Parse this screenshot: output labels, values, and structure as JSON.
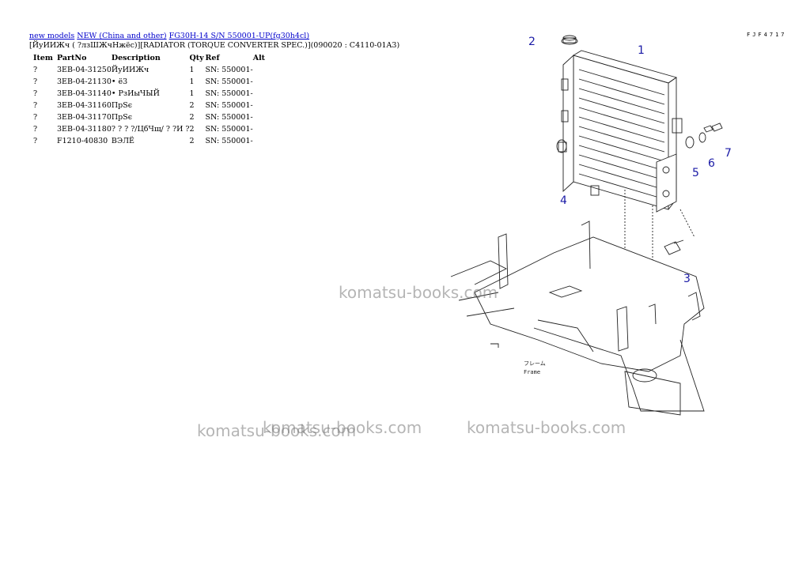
{
  "breadcrumb": {
    "links": [
      "new models",
      "NEW (China and other)",
      "FG30H-14 S/N 550001-UP(fg30h4cl)"
    ]
  },
  "page_title": "[ЙуИИЖч ( ?лзШЖчНжёс)][RADIATOR (TORQUE CONVERTER SPEC.)](090020 : C4110-01A3)",
  "table": {
    "headers": [
      "Item",
      "PartNo",
      "Description",
      "Qty",
      "Ref",
      "Alt"
    ],
    "rows": [
      {
        "item": "?",
        "part": "3EB-04-31250",
        "desc": "ЙуИИЖч",
        "qty": "1",
        "ref": "SN: 550001-"
      },
      {
        "item": "?",
        "part": "3EB-04-21130",
        "desc": "• ё3",
        "qty": "1",
        "ref": "SN: 550001-"
      },
      {
        "item": "?",
        "part": "3EB-04-31140",
        "desc": "• РзИыЧЫЙ",
        "qty": "1",
        "ref": "SN: 550001-"
      },
      {
        "item": "?",
        "part": "3EB-04-31160",
        "desc": "ПрSє",
        "qty": "2",
        "ref": "SN: 550001-"
      },
      {
        "item": "?",
        "part": "3EB-04-31170",
        "desc": "ПрSє",
        "qty": "2",
        "ref": "SN: 550001-"
      },
      {
        "item": "?",
        "part": "3EB-04-31180",
        "desc": "? ? ? ?/ЦбЧщ/ ? ?И ?",
        "qty": "2",
        "ref": "SN: 550001-"
      },
      {
        "item": "?",
        "part": "F1210-40830",
        "desc": "ВЭЛЁ",
        "qty": "2",
        "ref": "SN: 550001-"
      }
    ]
  },
  "doc_id": "FJF4717",
  "diagram": {
    "callouts": [
      "1",
      "2",
      "3",
      "4",
      "5",
      "6",
      "7"
    ],
    "frame_label": "フレーム",
    "frame_label_en": "Frame"
  },
  "watermarks": [
    "komatsu-books.com",
    "komatsu-books.com",
    "komatsu-books.com",
    "komatsu-books.com"
  ],
  "colors": {
    "link": "#0000cc",
    "callout": "#1a1aa6",
    "line": "#222222",
    "watermark": "#8a8a8a"
  }
}
